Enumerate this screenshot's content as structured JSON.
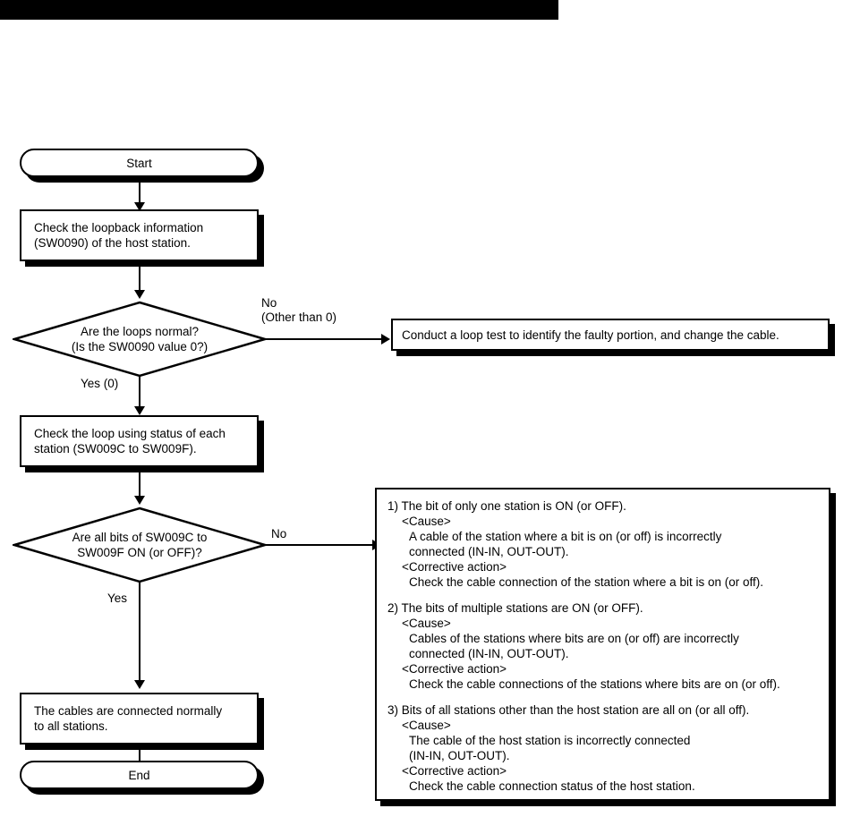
{
  "page": {
    "header_bar_color": "#000000",
    "background": "#ffffff"
  },
  "flowchart": {
    "type": "flowchart",
    "title": "",
    "nodes": {
      "start": {
        "shape": "terminator",
        "label": "Start"
      },
      "check_loopback": {
        "shape": "process",
        "label": "Check the loopback information\n(SW0090) of the host station."
      },
      "loops_normal": {
        "shape": "decision",
        "line1": "Are the loops normal?",
        "line2": "(Is the SW0090 value 0?)"
      },
      "loop_test": {
        "shape": "process",
        "label": "Conduct a loop test to identify the faulty portion, and change the cable."
      },
      "check_loop_using": {
        "shape": "process",
        "label": "Check the loop using status of each\nstation (SW009C to SW009F)."
      },
      "all_bits": {
        "shape": "decision",
        "line1": "Are all bits of SW009C to",
        "line2": "SW009F ON (or OFF)?"
      },
      "cables_ok": {
        "shape": "process",
        "label": "The cables are connected normally\nto all stations."
      },
      "end": {
        "shape": "terminator",
        "label": "End"
      }
    },
    "edges": [
      {
        "from": "loops_normal",
        "to": "loop_test",
        "label": "No\n(Other than 0)"
      },
      {
        "from": "loops_normal",
        "to": "check_loop_using",
        "label": "Yes (0)"
      },
      {
        "from": "all_bits",
        "to": "causes_panel",
        "label": "No"
      },
      {
        "from": "all_bits",
        "to": "cables_ok",
        "label": "Yes"
      }
    ]
  },
  "causes_panel": {
    "items": [
      {
        "heading": "1) The bit of only one station is ON (or OFF).",
        "cause_label": "<Cause>",
        "cause_text": "A cable of the station where a bit is on (or off) is incorrectly\nconnected (IN-IN, OUT-OUT).",
        "action_label": "<Corrective action>",
        "action_text": "Check the cable connection of the station where a bit is on (or off)."
      },
      {
        "heading": "2) The bits of multiple stations are ON (or OFF).",
        "cause_label": "<Cause>",
        "cause_text": "Cables of the stations where bits are on (or off) are incorrectly\nconnected (IN-IN, OUT-OUT).",
        "action_label": "<Corrective action>",
        "action_text": "Check the cable connections of the stations where bits are on (or off)."
      },
      {
        "heading": "3) Bits of all stations other than the host station are all on (or all off).",
        "cause_label": "<Cause>",
        "cause_text": "The cable of the host station is incorrectly connected\n(IN-IN, OUT-OUT).",
        "action_label": "<Corrective action>",
        "action_text": "Check the cable connection status of the host station."
      }
    ]
  }
}
